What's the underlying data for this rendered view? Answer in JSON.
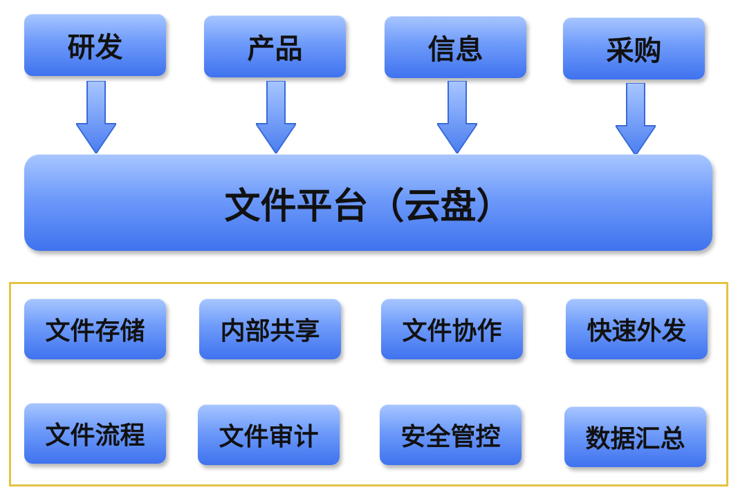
{
  "sources": [
    {
      "label": "研发"
    },
    {
      "label": "产品"
    },
    {
      "label": "信息"
    },
    {
      "label": "采购"
    }
  ],
  "platform": {
    "label": "文件平台（云盘）"
  },
  "features": [
    {
      "label": "文件存储"
    },
    {
      "label": "内部共享"
    },
    {
      "label": "文件协作"
    },
    {
      "label": "快速外发"
    },
    {
      "label": "文件流程"
    },
    {
      "label": "文件审计"
    },
    {
      "label": "安全管控"
    },
    {
      "label": "数据汇总"
    }
  ],
  "colors": {
    "box_top": "#a8c6ff",
    "box_bottom": "#3f72ee",
    "frame_border": "#e3c443",
    "text": "#111111"
  }
}
